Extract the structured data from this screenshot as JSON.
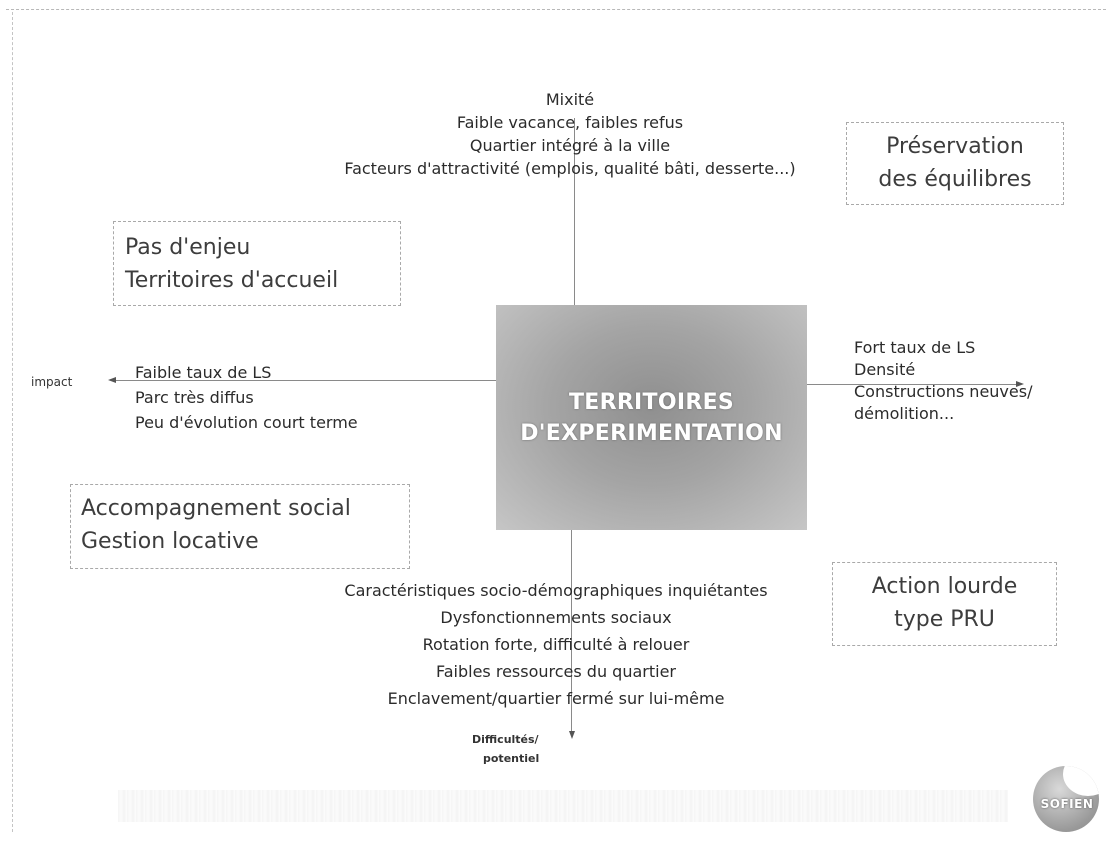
{
  "center": {
    "line1": "TERRITOIRES",
    "line2": "D'EXPERIMENTATION"
  },
  "top_block": {
    "lines": [
      "Mixité",
      "Faible vacance, faibles refus",
      "Quartier intégré à la ville",
      "Facteurs d'attractivité (emplois, qualité bâti, desserte...)"
    ]
  },
  "right_block": {
    "lines": [
      "Fort taux de LS",
      "Densité",
      "Constructions neuves/",
      "démolition..."
    ]
  },
  "left_block": {
    "lines": [
      "Faible taux de LS",
      "Parc très diffus",
      "Peu d'évolution court terme"
    ]
  },
  "bottom_block": {
    "lines": [
      "Caractéristiques socio-démographiques inquiétantes",
      "Dysfonctionnements sociaux",
      "Rotation forte, difficulté à relouer",
      "Faibles ressources du quartier",
      "Enclavement/quartier fermé sur lui-même"
    ]
  },
  "axis_labels": {
    "left": "impact",
    "bottom_line1": "Difficultés/",
    "bottom_line2": "potentiel"
  },
  "quadrants": {
    "top_left": {
      "line1": "Pas d'enjeu",
      "line2": "Territoires d'accueil"
    },
    "top_right": {
      "line1": "Préservation",
      "line2": "des équilibres"
    },
    "bottom_left": {
      "line1": "Accompagnement social",
      "line2": "Gestion locative"
    },
    "bottom_right": {
      "line1": "Action lourde",
      "line2": "type PRU"
    }
  },
  "logo": {
    "text": "SOFIEN"
  }
}
